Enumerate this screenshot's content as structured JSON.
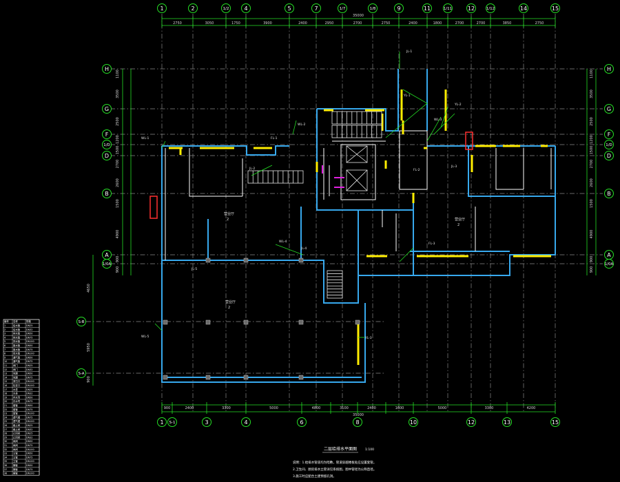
{
  "drawing": {
    "title": "二层给排水平面图",
    "scale": "1:100",
    "notes": [
      "说明：1.给排水管道均为暗敷，管道穿越楼板处应设置套管。",
      "2.卫生间、厨房排水立管详见系统图，图中管径为公称直径。",
      "3.施工时应配合土建预留孔洞。"
    ]
  },
  "grid": {
    "top_axes": [
      "1",
      "2",
      "1/2",
      "4",
      "5",
      "7",
      "1/7",
      "1/8",
      "9",
      "11",
      "1/11",
      "12",
      "1/12",
      "14",
      "15"
    ],
    "top_dims": [
      "2750",
      "3050",
      "1750",
      "3900",
      "2400",
      "2950",
      "2700",
      "2750",
      "2400",
      "1800",
      "2700",
      "2700",
      "3850",
      "2750"
    ],
    "top_total": "35000",
    "bottom_axes": [
      "1",
      "S-1",
      "3",
      "4",
      "6",
      "8",
      "10",
      "12",
      "13",
      "15"
    ],
    "bottom_dims": [
      "900",
      "2400",
      "3300",
      "5000",
      "4800",
      "3100",
      "2400",
      "1600",
      "5000",
      "3300",
      "4200"
    ],
    "bottom_total": "35000",
    "side_axes": [
      "H",
      "G",
      "F",
      "1/D",
      "D",
      "B",
      "A",
      "1/0A"
    ],
    "left_lower_axes": [
      "S-B",
      "S-A"
    ],
    "left_lower_dims": [
      "4650",
      "5950",
      "900"
    ],
    "side_dims": [
      "1100",
      "3500",
      "2500",
      "1200",
      "1500",
      "2700",
      "2600",
      "1500",
      "4900",
      "900",
      "900"
    ]
  },
  "labels": {
    "rooms": [
      "营业厅",
      "营业厅",
      "营业厅"
    ],
    "pipes": [
      "JL-1",
      "WL-1",
      "FL-1",
      "JL-2",
      "WL-2",
      "YL-1",
      "YL-2",
      "WL-3",
      "FL-2",
      "JL-3",
      "WL-4",
      "JL-4",
      "FL-3",
      "YL-3",
      "WL-5",
      "JL-5"
    ],
    "markers": [
      "2",
      "2",
      "2"
    ]
  },
  "legend": {
    "headers": [
      "编号",
      "名称",
      "规格"
    ],
    "rows": [
      [
        "1",
        "给水管",
        "DN25"
      ],
      [
        "2",
        "给水管",
        "DN32"
      ],
      [
        "3",
        "排水管",
        "DN50"
      ],
      [
        "4",
        "排水管",
        "DN75"
      ],
      [
        "5",
        "排水管",
        "DN100"
      ],
      [
        "6",
        "废水管",
        "DN50"
      ],
      [
        "7",
        "废水管",
        "DN75"
      ],
      [
        "8",
        "雨水管",
        "DN100"
      ],
      [
        "9",
        "通气管",
        "DN50"
      ],
      [
        "10",
        "通气管",
        "DN75"
      ],
      [
        "11",
        "阀门",
        "DN25"
      ],
      [
        "12",
        "阀门",
        "DN32"
      ],
      [
        "13",
        "地漏",
        "DN50"
      ],
      [
        "14",
        "地漏",
        "DN75"
      ],
      [
        "15",
        "清扫口",
        "DN100"
      ],
      [
        "16",
        "检查口",
        "DN100"
      ],
      [
        "17",
        "水表",
        "DN25"
      ],
      [
        "18",
        "水表",
        "DN32"
      ],
      [
        "19",
        "存水弯",
        "DN50"
      ],
      [
        "20",
        "存水弯",
        "DN75"
      ],
      [
        "21",
        "套管",
        "DN50"
      ],
      [
        "22",
        "套管",
        "DN75"
      ],
      [
        "23",
        "套管",
        "DN100"
      ],
      [
        "24",
        "透气帽",
        "DN75"
      ],
      [
        "25",
        "透气帽",
        "DN100"
      ],
      [
        "26",
        "截止阀",
        "DN25"
      ],
      [
        "27",
        "截止阀",
        "DN32"
      ],
      [
        "28",
        "止回阀",
        "DN25"
      ],
      [
        "29",
        "止回阀",
        "DN32"
      ],
      [
        "30",
        "闸阀",
        "DN50"
      ],
      [
        "31",
        "闸阀",
        "DN75"
      ],
      [
        "32",
        "闸阀",
        "DN100"
      ],
      [
        "33",
        "立管",
        "DN50"
      ],
      [
        "34",
        "立管",
        "DN75"
      ],
      [
        "35",
        "立管",
        "DN100"
      ],
      [
        "36",
        "横管",
        "DN50"
      ],
      [
        "37",
        "横管",
        "DN75"
      ],
      [
        "38",
        "横管",
        "DN100"
      ]
    ]
  },
  "colors": {
    "background": "#000000",
    "grid_bubble": "#25e025",
    "wall": "#37a9ee",
    "pipe": "#ffee00",
    "accent_magenta": "#e020e0",
    "accent_red": "#ff3030"
  }
}
